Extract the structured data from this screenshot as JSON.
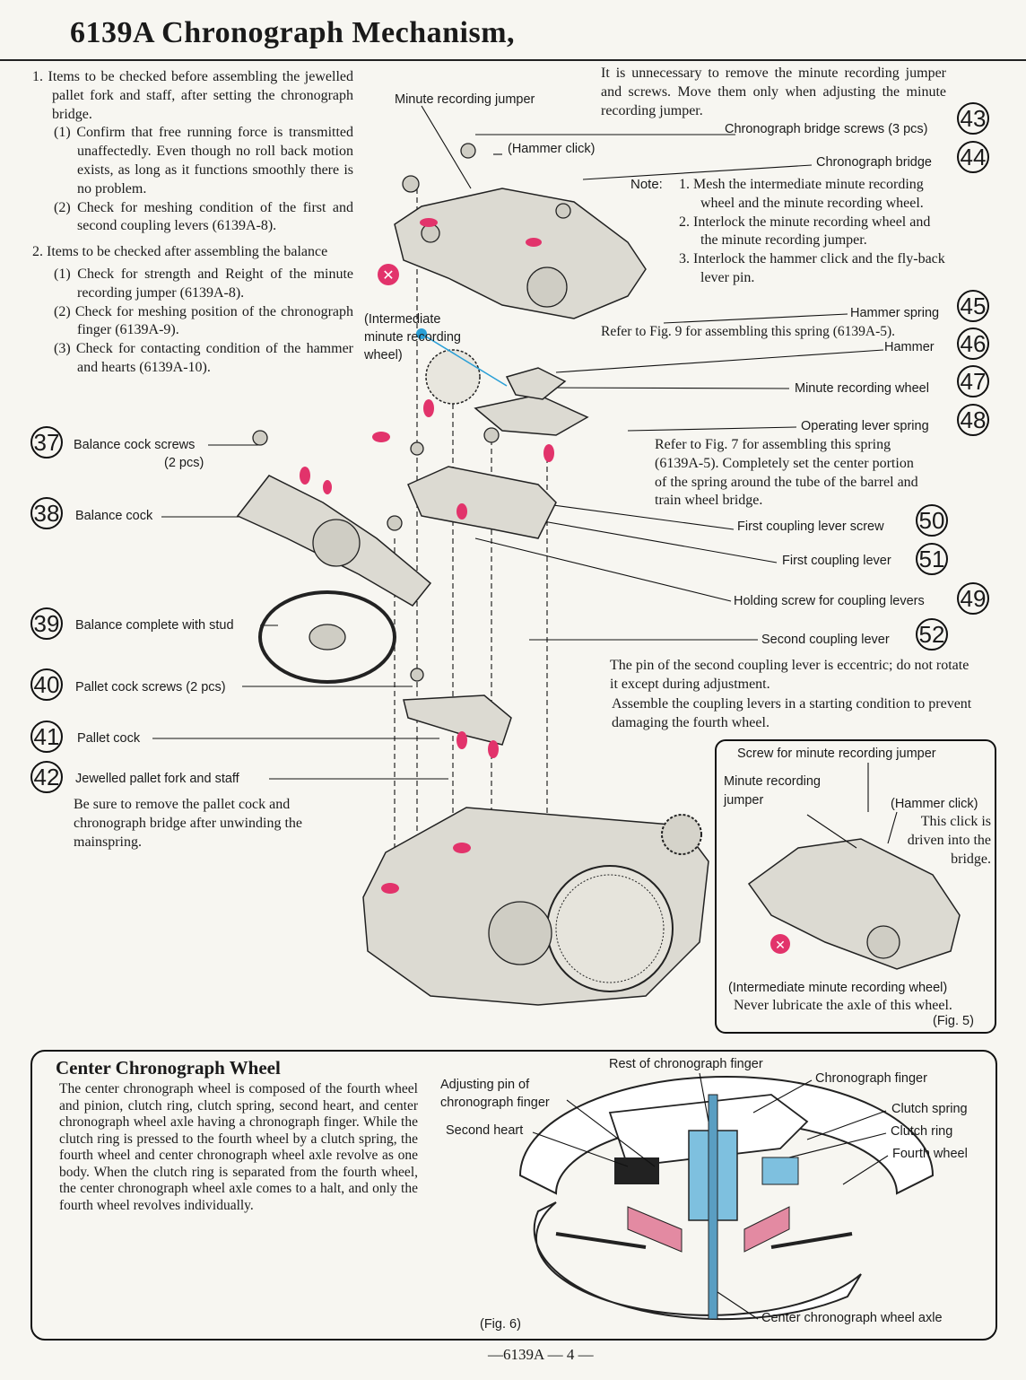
{
  "title": "6139A Chronograph Mechanism,",
  "left_text": {
    "item1_title": "1. Items to be checked before assembling the jewelled pallet fork and staff, after setting the chronograph bridge.",
    "item1_sub1": "(1) Confirm that free running force is transmitted unaffectedly. Even though no roll back motion exists, as long as it functions smoothly there is no problem.",
    "item1_sub2": "(2) Check for meshing condition of the first and second coupling levers (6139A-8).",
    "item2_title": "2. Items to be checked after assembling the balance",
    "item2_sub1": "(1) Check for strength and Reight of the minute recording jumper (6139A-8).",
    "item2_sub2": "(2) Check for meshing position of the chronograph finger (6139A-9).",
    "item2_sub3": "(3) Check for contacting condition of the hammer and hearts (6139A-10)."
  },
  "top_note": "It is unnecessary to remove the minute recording jumper and screws. Move them only when adjusting the minute recording jumper.",
  "note": {
    "label": "Note:",
    "n1": "1. Mesh the intermediate minute recording wheel and the minute recording wheel.",
    "n2": "2. Interlock the minute recording wheel and the minute recording jumper.",
    "n3": "3. Interlock the hammer click and the fly-back lever pin."
  },
  "refer_fig9": "Refer to Fig. 9 for assembling this spring (6139A-5).",
  "refer_fig7": "Refer to Fig. 7 for assembling this spring (6139A-5). Completely set the center portion of the spring around the tube of the barrel and train wheel bridge.",
  "pin_note_1": "The pin of the second coupling lever is eccentric; do not rotate it except during adjustment.",
  "pin_note_2": "Assemble the coupling levers in a starting condition to prevent damaging the fourth wheel.",
  "be_sure": "Be sure to remove the pallet cock and chronograph bridge after unwinding the mainspring.",
  "diagram_labels": {
    "minute_jumper": "Minute recording jumper",
    "hammer_click": "(Hammer click)",
    "intermediate": "(Intermediate minute recording wheel)"
  },
  "parts": [
    {
      "num": "43",
      "label": "Chronograph bridge screws (3 pcs)"
    },
    {
      "num": "44",
      "label": "Chronograph bridge"
    },
    {
      "num": "45",
      "label": "Hammer spring"
    },
    {
      "num": "46",
      "label": "Hammer"
    },
    {
      "num": "47",
      "label": "Minute recording wheel"
    },
    {
      "num": "48",
      "label": "Operating lever spring"
    },
    {
      "num": "50",
      "label": "First coupling lever screw"
    },
    {
      "num": "51",
      "label": "First coupling lever"
    },
    {
      "num": "49",
      "label": "Holding screw for coupling levers"
    },
    {
      "num": "52",
      "label": "Second coupling lever"
    },
    {
      "num": "37",
      "label": "Balance cock screws"
    },
    {
      "num": "38",
      "label": "Balance cock"
    },
    {
      "num": "39",
      "label": "Balance complete with stud"
    },
    {
      "num": "40",
      "label": "Pallet cock screws (2 pcs)"
    },
    {
      "num": "41",
      "label": "Pallet cock"
    },
    {
      "num": "42",
      "label": "Jewelled pallet fork and staff"
    }
  ],
  "balance_pcs": "(2 pcs)",
  "fig5": {
    "screw": "Screw for minute recording jumper",
    "jumper": "Minute recording jumper",
    "hammer_click": "(Hammer click)",
    "click_note": "This click is driven into the bridge.",
    "intermediate": "(Intermediate minute recording wheel)",
    "never": "Never lubricate the axle of this wheel.",
    "caption": "(Fig. 5)"
  },
  "center": {
    "heading": "Center Chronograph Wheel",
    "body": "The center chronograph wheel is composed of the fourth wheel and pinion, clutch ring, clutch spring, second heart, and center chronograph wheel axle having a chronograph finger. While the clutch ring is pressed to the fourth wheel by a clutch spring, the fourth wheel and center chronograph wheel axle revolve as one body. When the clutch ring is separated from the fourth wheel, the center chronograph wheel axle comes to a halt, and only the fourth wheel revolves individually.",
    "labels": {
      "adjusting_pin": "Adjusting pin of chronograph finger",
      "second_heart": "Second heart",
      "rest": "Rest of chronograph finger",
      "finger": "Chronograph finger",
      "clutch_spring": "Clutch spring",
      "clutch_ring": "Clutch ring",
      "fourth_wheel": "Fourth wheel",
      "axle": "Center chronograph wheel axle"
    },
    "caption": "(Fig. 6)"
  },
  "footer": "—6139A — 4 —"
}
